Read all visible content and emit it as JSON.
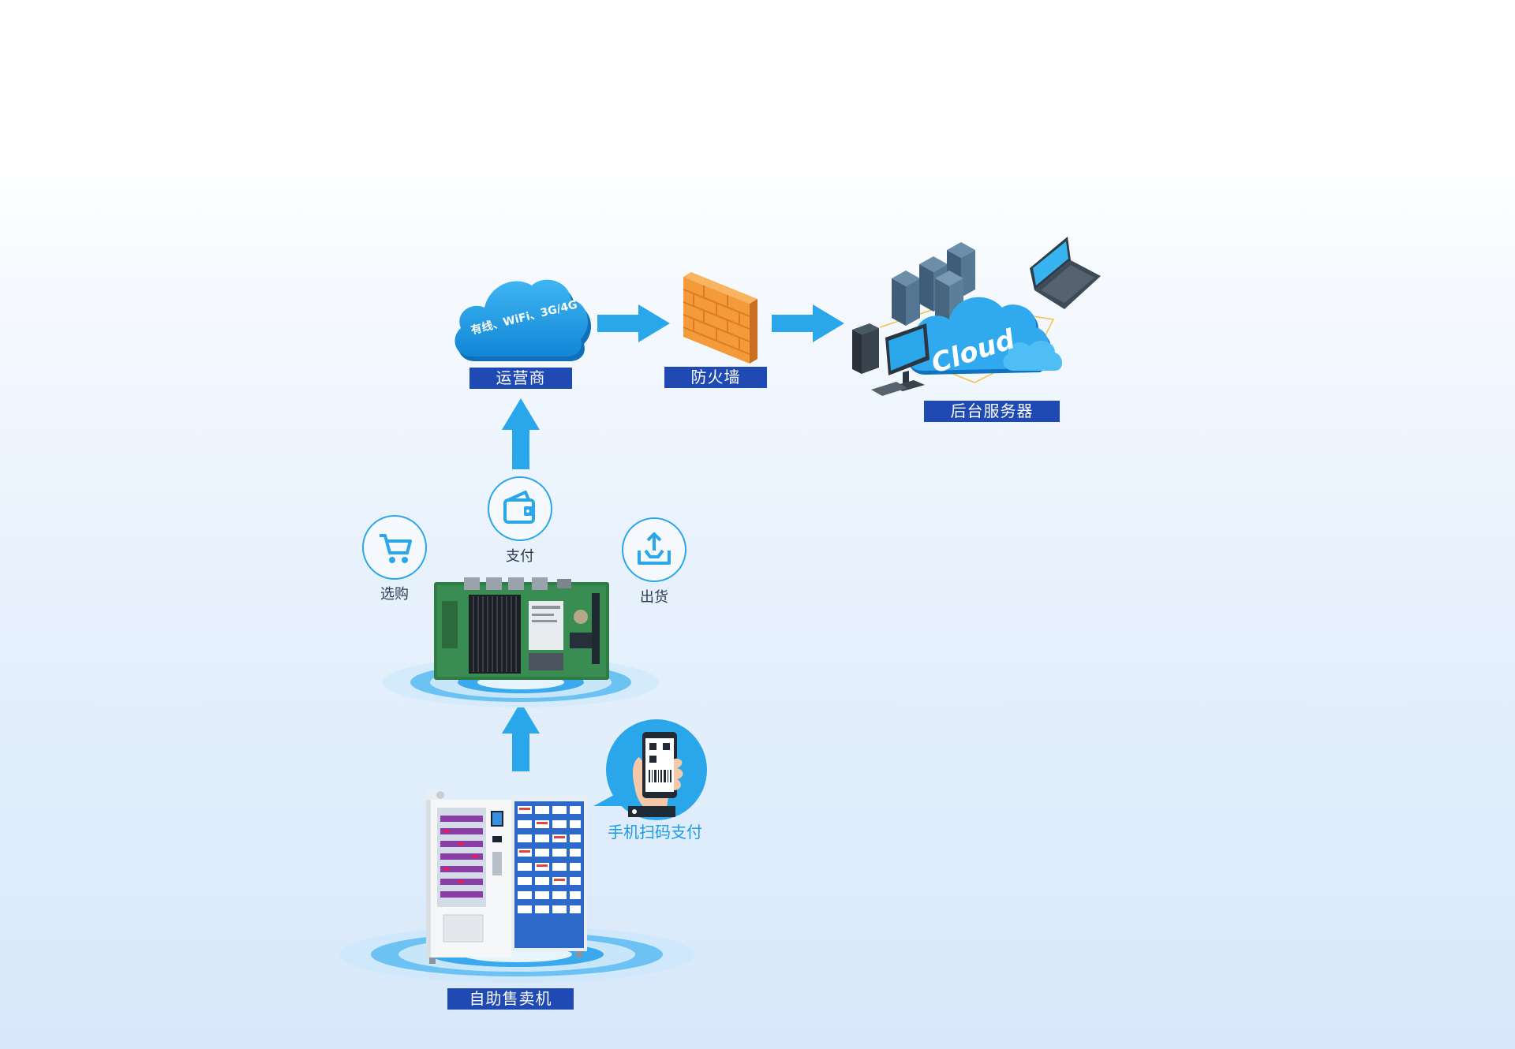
{
  "nodes": {
    "carrier": {
      "label": "运营商",
      "cloud_text": "有线、WiFi、3G/4G"
    },
    "firewall": {
      "label": "防火墙"
    },
    "backend": {
      "label": "后台服务器",
      "cloud_text": "Cloud"
    },
    "board": {
      "actions": [
        {
          "label": "选购",
          "icon": "shopping-cart-icon"
        },
        {
          "label": "支付",
          "icon": "wallet-icon"
        },
        {
          "label": "出货",
          "icon": "export-tray-icon"
        }
      ]
    },
    "mobile_pay": {
      "label": "手机扫码支付",
      "icon": "phone-qr-scan-icon"
    },
    "vending_machine": {
      "label": "自助售卖机"
    }
  },
  "colors": {
    "label_bg": "#1f49b3",
    "arrow": "#2aa6ea",
    "cloud": "#1f9be6",
    "brick": "#f39a3a"
  }
}
